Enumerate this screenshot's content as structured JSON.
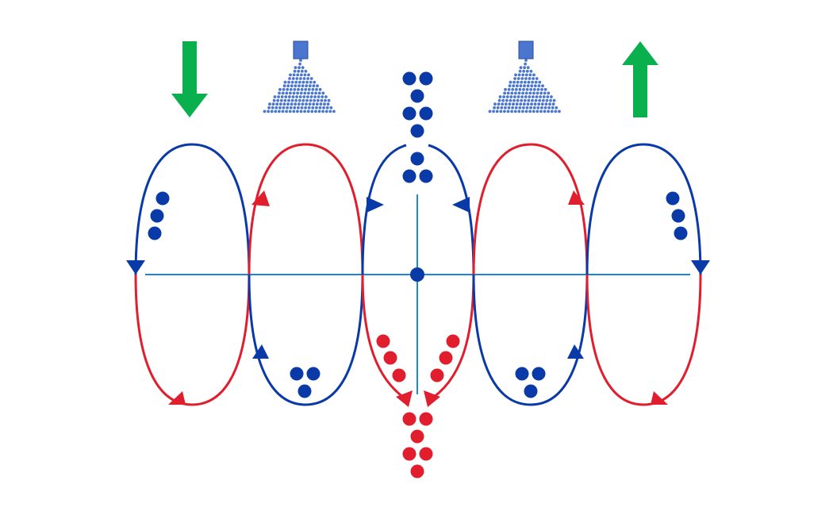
{
  "colors": {
    "blue": "#0a3aa8",
    "red": "#e01e2d",
    "axis": "#1a88d8",
    "green": "#0bb04e",
    "nozzle": "#4a76cf",
    "background": "#ffffff"
  },
  "icons": {
    "flow_in": "arrow-down-icon",
    "flow_out": "arrow-up-icon",
    "spray": "spray-nozzle-icon"
  },
  "loop_count": 5,
  "cell_rotation": [
    "counterclockwise",
    "clockwise",
    "counterclockwise",
    "clockwise",
    "counterclockwise"
  ]
}
